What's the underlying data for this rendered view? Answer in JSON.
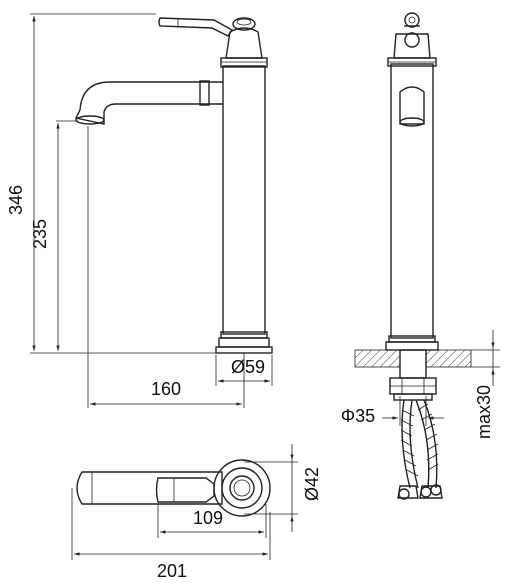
{
  "dimensions": {
    "height_total": "346",
    "height_spout": "235",
    "spout_reach": "160",
    "base_diameter": "Ø59",
    "hole_diameter": "Φ35",
    "deck_thickness": "max30",
    "top_diameter": "Ø42",
    "lever_length": "109",
    "overall_length": "201"
  }
}
